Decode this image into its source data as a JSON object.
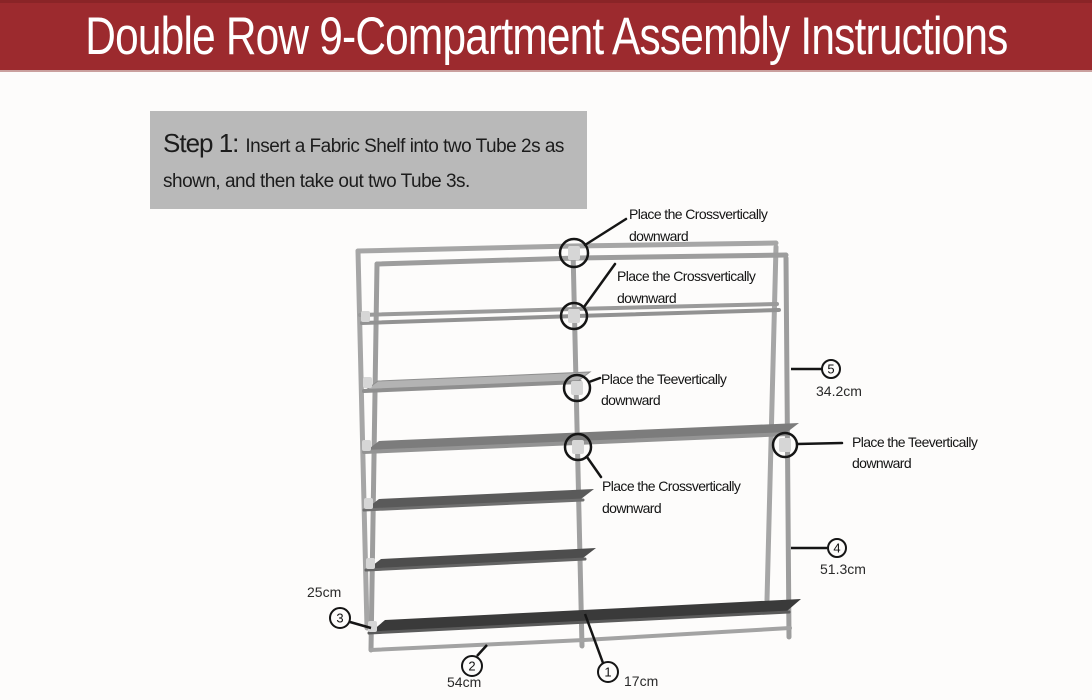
{
  "header": {
    "title": "Double Row 9-Compartment Assembly Instructions"
  },
  "step": {
    "label": "Step 1:",
    "line1": "Insert a Fabric Shelf into two Tube 2s as",
    "line2": "shown, and then take out two Tube 3s.",
    "full_text": "Step 1: Insert a Fabric Shelf into two Tube 2s as shown, and then take out two Tube 3s."
  },
  "diagram": {
    "annotations": [
      {
        "line1": "Place the Crossvertically",
        "line2": "downward"
      },
      {
        "line1": "Place the Crossvertically",
        "line2": "downward"
      },
      {
        "line1": "Place the Teevertically",
        "line2": "downward"
      },
      {
        "line1": "Place the Crossvertically",
        "line2": "downward"
      },
      {
        "line1": "Place the Teevertically",
        "line2": "downward"
      }
    ],
    "measurements": [
      {
        "num": "5",
        "value": "34.2cm"
      },
      {
        "num": "4",
        "value": "51.3cm"
      },
      {
        "num": "3",
        "value": "25cm"
      },
      {
        "num": "2",
        "value": "54cm"
      },
      {
        "num": "1",
        "value": "17cm"
      }
    ]
  },
  "colors": {
    "banner_bg": "#9c2a2e",
    "step_box_bg": "#b9b9b9",
    "frame_gray": "#a3a3a3",
    "fabric_dark": "#3a3a3a",
    "annotation_ink": "#141414"
  }
}
